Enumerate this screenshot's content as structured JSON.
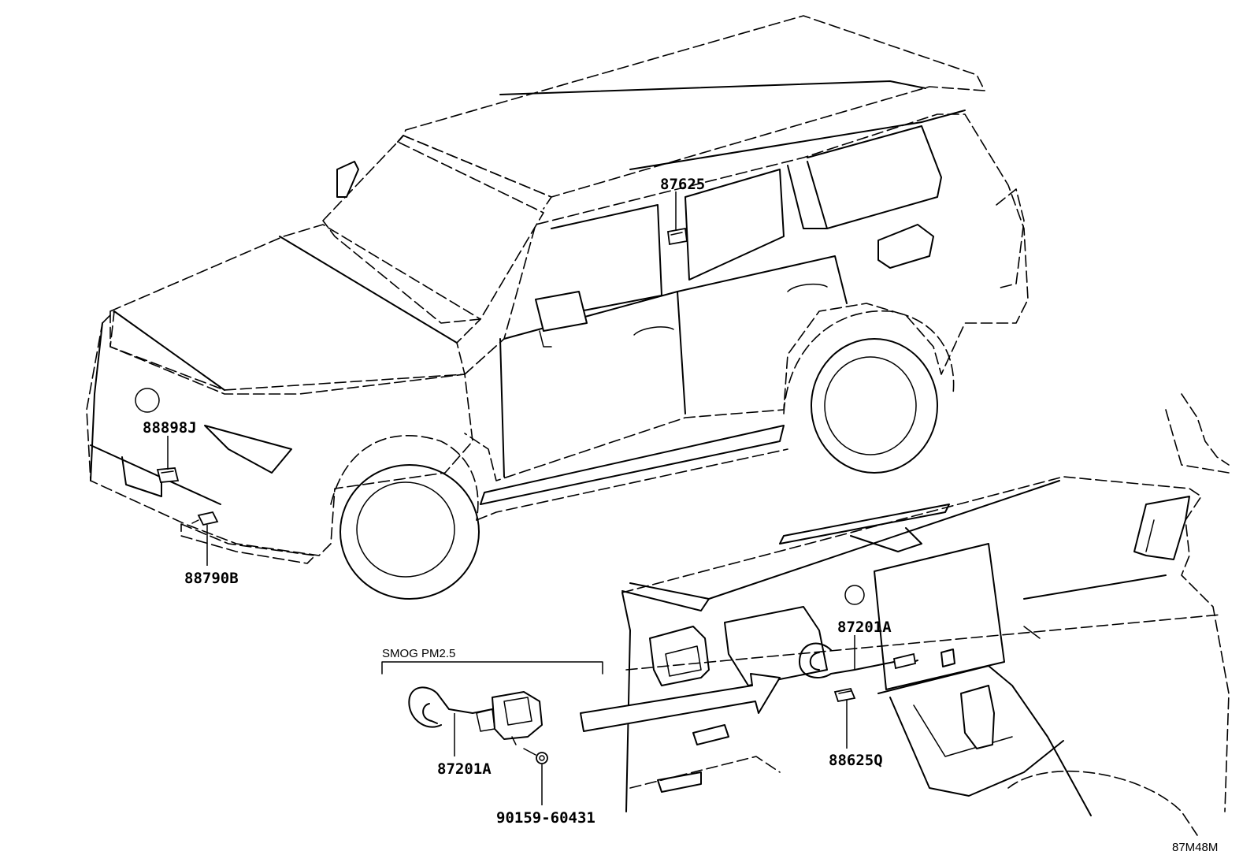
{
  "callouts": {
    "sensor_roof": "87625",
    "sensor_front": "88898J",
    "sensor_bumper": "88790B",
    "hose_dash": "87201A",
    "sensor_dash": "88625Q",
    "hose_detail": "87201A",
    "screw": "90159-60431"
  },
  "detail_box": {
    "label": "SMOG PM2.5"
  },
  "illustration_ref": "87M48M"
}
